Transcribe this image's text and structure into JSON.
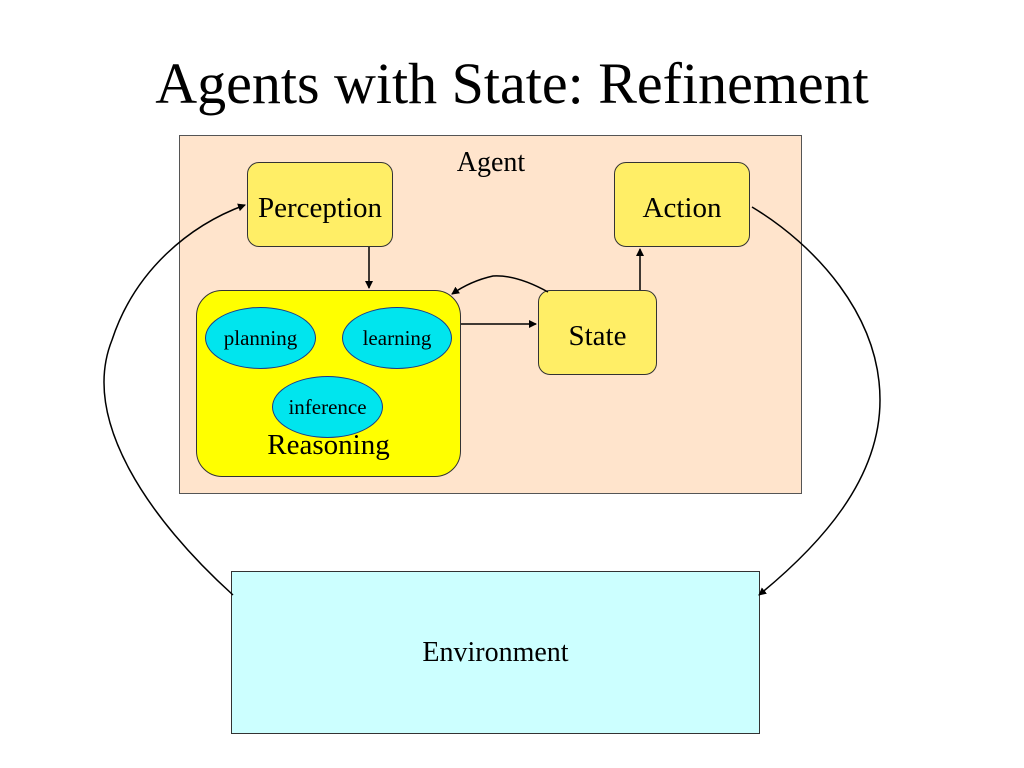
{
  "slide": {
    "title": "Agents with State: Refinement"
  },
  "diagram": {
    "agent_label": "Agent",
    "nodes": {
      "perception": "Perception",
      "action": "Action",
      "state": "State",
      "reasoning": "Reasoning",
      "environment": "Environment"
    },
    "sub_nodes": {
      "planning": "planning",
      "learning": "learning",
      "inference": "inference"
    }
  },
  "colors": {
    "agent_fill": "#ffe4cc",
    "node_fill": "#ffee66",
    "reasoning_fill": "#ffff00",
    "ellipse_fill": "#00e5ee",
    "environment_fill": "#ccffff"
  }
}
